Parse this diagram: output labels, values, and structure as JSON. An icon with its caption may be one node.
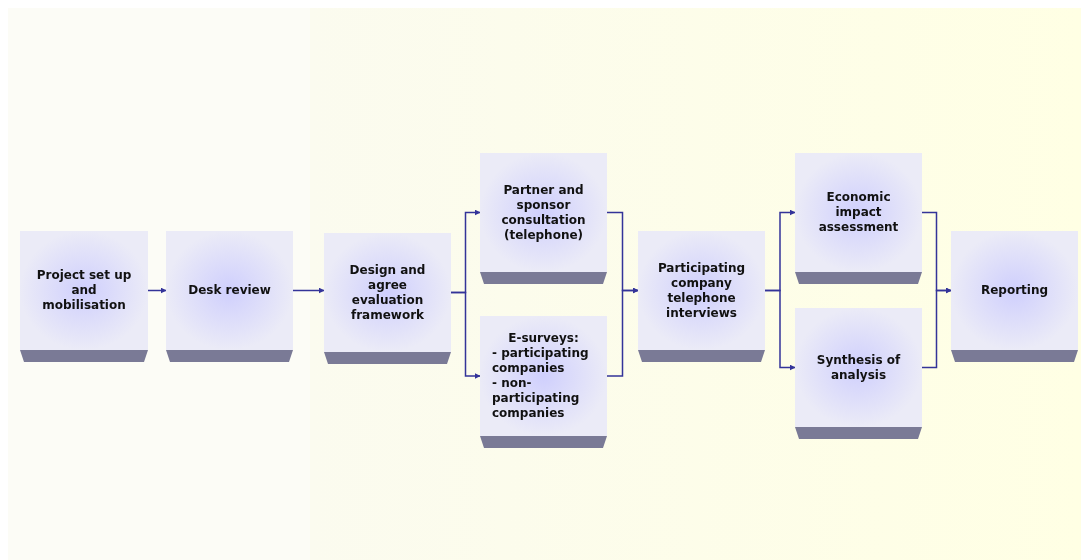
{
  "diagram": {
    "nodes": [
      {
        "text": [
          "Project set up and mobilisation"
        ]
      },
      {
        "text": [
          "Desk review"
        ]
      },
      {
        "text": [
          "Design and agree evaluation framework"
        ]
      },
      {
        "text": [
          "Partner and sponsor consultation (telephone)"
        ]
      },
      {
        "text": [
          "E-surveys:",
          "- participating companies",
          "- non-participating companies"
        ]
      },
      {
        "text": [
          "Participating company telephone interviews"
        ]
      },
      {
        "text": [
          "Economic impact assessment"
        ]
      },
      {
        "text": [
          "Synthesis of analysis"
        ]
      },
      {
        "text": [
          "Reporting"
        ]
      }
    ],
    "edges": [
      {
        "from": 0,
        "to": 1,
        "arrow": "to"
      },
      {
        "from": 1,
        "to": 2,
        "arrow": "to"
      },
      {
        "from": 2,
        "to": 3,
        "arrow": "to"
      },
      {
        "from": 2,
        "to": 4,
        "arrow": "to"
      },
      {
        "from": 3,
        "to": 5,
        "arrow": "to"
      },
      {
        "from": 4,
        "to": 5,
        "arrow": "to"
      },
      {
        "from": 5,
        "to": 6,
        "arrow": "to"
      },
      {
        "from": 5,
        "to": 7,
        "arrow": "to"
      },
      {
        "from": 6,
        "to": 8,
        "arrow": "to"
      },
      {
        "from": 7,
        "to": 8,
        "arrow": "to"
      }
    ]
  }
}
